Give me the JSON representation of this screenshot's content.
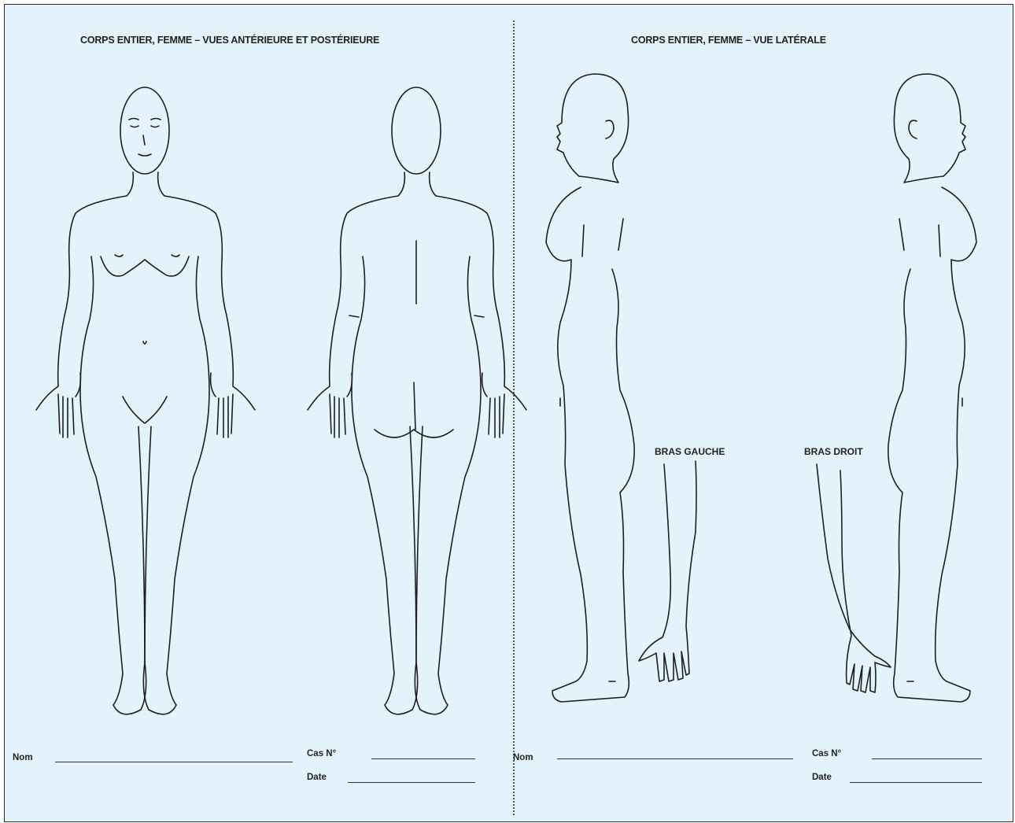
{
  "titles": {
    "left": "CORPS ENTIER, FEMME – VUES ANTÉRIEURE ET POSTÉRIEURE",
    "right": "CORPS ENTIER, FEMME – VUE LATÉRALE"
  },
  "captions": {
    "left_arm": "BRAS GAUCHE",
    "right_arm": "BRAS DROIT"
  },
  "form_left": {
    "name_label": "Nom",
    "case_label": "Cas N°",
    "date_label": "Date"
  },
  "form_right": {
    "name_label": "Nom",
    "case_label": "Cas N°",
    "date_label": "Date"
  },
  "colors": {
    "paper": "#e3f3fb",
    "ink": "#1e1e1e"
  },
  "figures": [
    "female-front-view",
    "female-back-view",
    "female-left-side-view",
    "female-right-side-view",
    "left-arm",
    "right-arm"
  ]
}
